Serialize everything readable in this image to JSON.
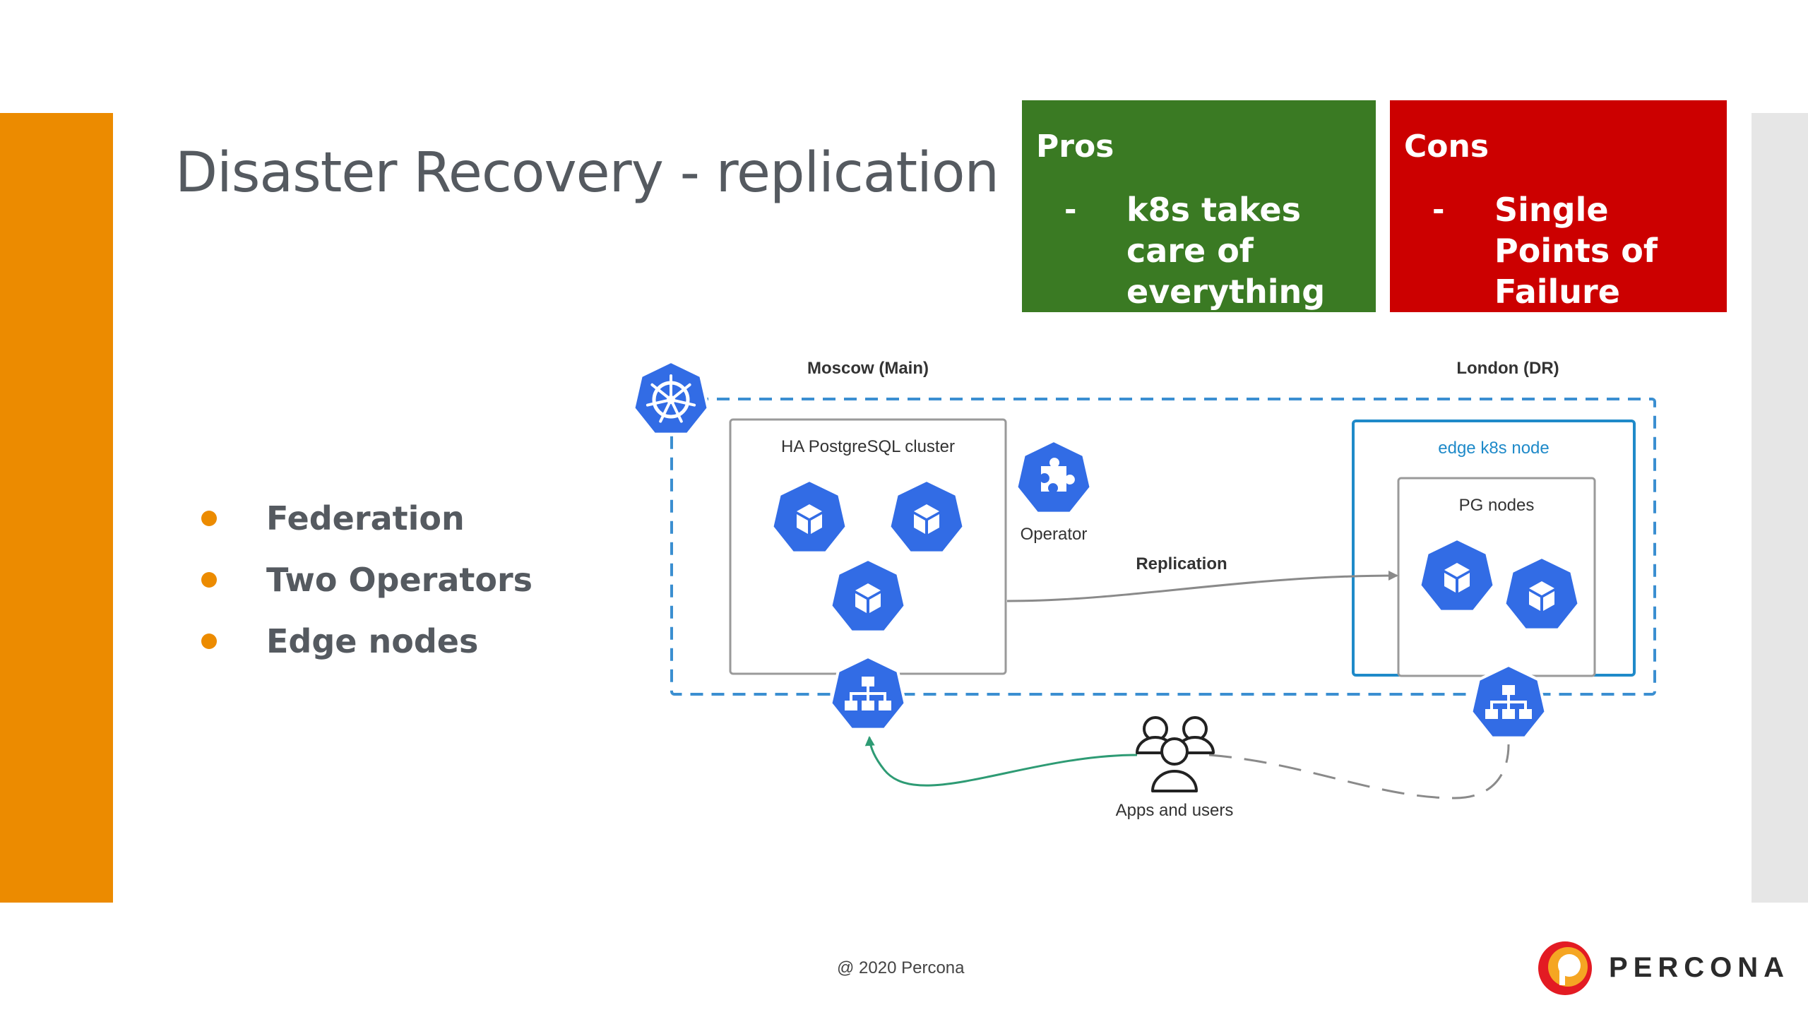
{
  "slide": {
    "title": "Disaster Recovery - replication",
    "footer": "@ 2020 Percona",
    "logo_text": "PERCONA"
  },
  "pros": {
    "heading": "Pros",
    "dash": "-",
    "text": "k8s takes care of everything"
  },
  "cons": {
    "heading": "Cons",
    "dash": "-",
    "text": "Single Points of Failure"
  },
  "bullets": [
    "Federation",
    "Two Operators",
    "Edge nodes"
  ],
  "diagram": {
    "moscow_label": "Moscow (Main)",
    "london_label": "London (DR)",
    "cluster_label": "HA PostgreSQL cluster",
    "operator_label": "Operator",
    "replication_label": "Replication",
    "edge_label": "edge k8s node",
    "pg_nodes_label": "PG nodes",
    "apps_label": "Apps and users"
  },
  "colors": {
    "accent_orange": "#ec8b00",
    "pros_green": "#3a7a23",
    "cons_red": "#cc0000",
    "k8s_blue": "#326ce5",
    "dashed_blue": "#3b8fd1",
    "edge_blue": "#1f8ac9",
    "user_link_green": "#2e9b74"
  },
  "icons": [
    "kubernetes-wheel-icon",
    "pod-cube-icon",
    "operator-puzzle-icon",
    "service-tree-icon",
    "users-icon",
    "percona-logo-icon"
  ]
}
